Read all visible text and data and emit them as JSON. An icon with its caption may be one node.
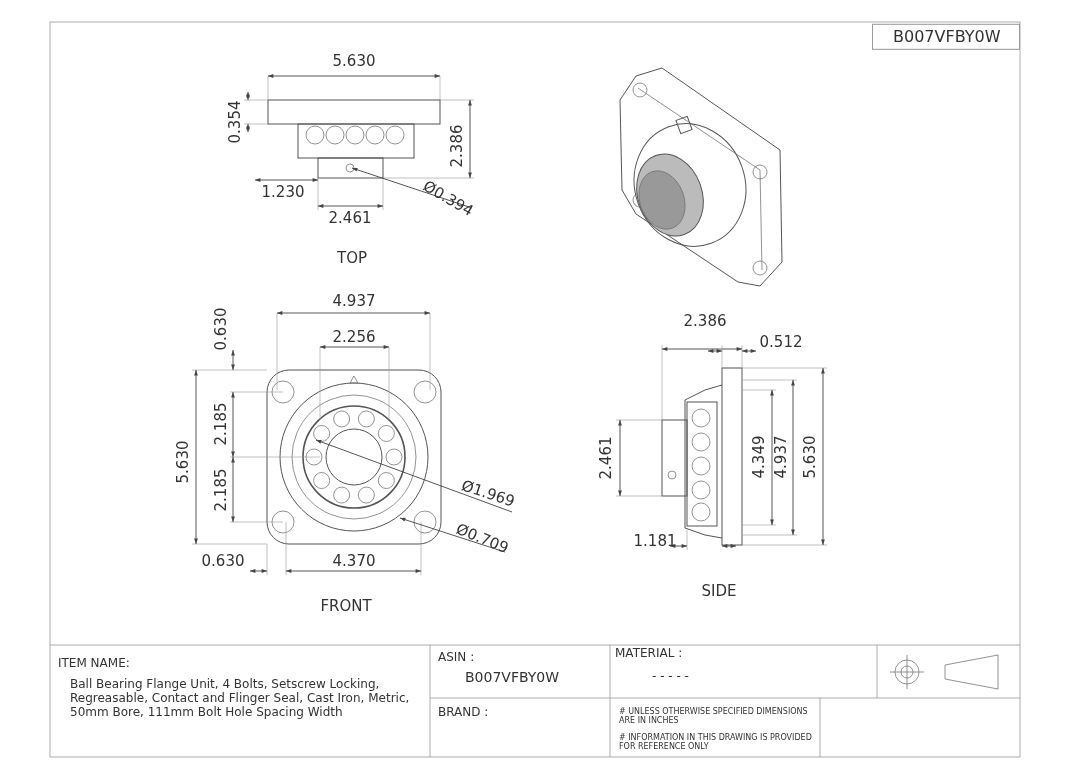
{
  "diagram": {
    "labels": [
      "B007VFBY0W",
      "5.630",
      "0.354",
      "2.386",
      "1.230",
      "2.461",
      "Ø0.394",
      "TOP",
      "4.937",
      "0.630",
      "2.256",
      "5.630",
      "2.185",
      "2.185",
      "Ø1.969",
      "Ø0.709",
      "0.630",
      "4.370",
      "FRONT",
      "2.386",
      "0.512",
      "2.461",
      "4.349",
      "4.937",
      "5.630",
      "1.181",
      "SIDE",
      "ITEM NAME:",
      "Ball Bearing Flange Unit, 4 Bolts, Setscrew Locking, Regreasable, Contact and Flinger Seal, Cast Iron, Metric, 50mm Bore, 111mm Bolt Hole Spacing Width",
      "ASIN :",
      "B007VFBY0W",
      "MATERIAL :",
      "- - - - -",
      "BRAND :",
      "# UNLESS OTHERWISE SPECIFIED DIMENSIONS ARE IN INCHES",
      "# INFORMATION IN THIS DRAWING IS PROVIDED FOR REFERENCE ONLY"
    ]
  }
}
